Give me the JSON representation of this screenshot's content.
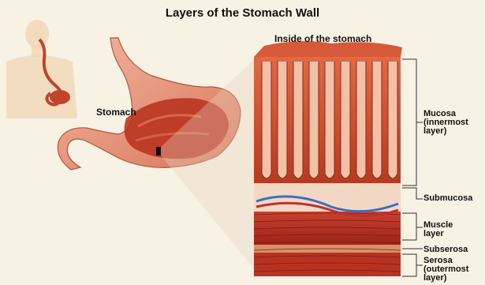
{
  "title": "Layers of the Stomach Wall",
  "labels": {
    "stomach": "Stomach",
    "inside": "Inside of the stomach",
    "mucosa": [
      "Mucosa",
      "(innermost",
      "layer)"
    ],
    "submucosa": "Submucosa",
    "muscle": [
      "Muscle",
      "layer"
    ],
    "subserosa": "Subserosa",
    "serosa": [
      "Serosa",
      "(outermost",
      "layer)"
    ]
  },
  "colors": {
    "background": "#f7f2e4",
    "skin": "#f1d3b0",
    "esophagus": "#c0442a",
    "stomach_outer": "#e9a083",
    "stomach_inner": "#b8321f",
    "mucosa": "#c94a2e",
    "submucosa": "#f2d8c4",
    "muscle": "#b83222",
    "serosa": "#d9916b"
  }
}
